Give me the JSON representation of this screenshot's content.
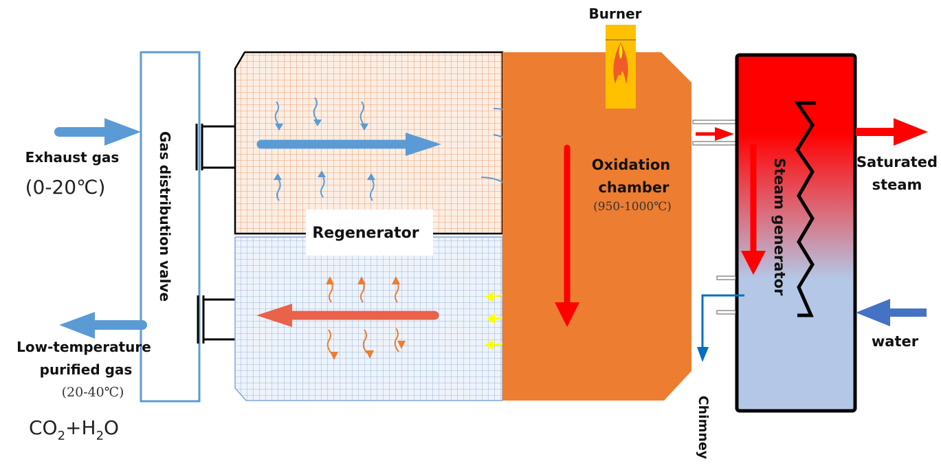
{
  "labels": {
    "burner": "Burner",
    "exhaust_gas": "Exhaust gas",
    "exhaust_temp": "(0-20℃)",
    "gas_valve": "Gas distribution valve",
    "regenerator": "Regenerator",
    "oxidation_line1": "Oxidation",
    "oxidation_line2": "chamber",
    "oxidation_temp": "(950-1000℃)",
    "low_temp_line1": "Low-temperature",
    "low_temp_line2": "purified gas",
    "low_temp_temp": "(20-40℃)",
    "products_co": "CO",
    "products_sub1": "2",
    "products_plus_h": "+H",
    "products_sub2": "2",
    "products_o": "O",
    "steam_generator": "Steam generator",
    "saturated_line1": "Saturated",
    "saturated_line2": "steam",
    "water": "water",
    "chimney": "Chimney"
  },
  "colors": {
    "valve_blue": "#5b9bd5",
    "hot_orange": "#ed7d31",
    "arrow_red": "#ff0000",
    "water_blue": "#4472c4",
    "cool_blue": "#b4c7e7",
    "burner_yellow": "#ffc000"
  }
}
